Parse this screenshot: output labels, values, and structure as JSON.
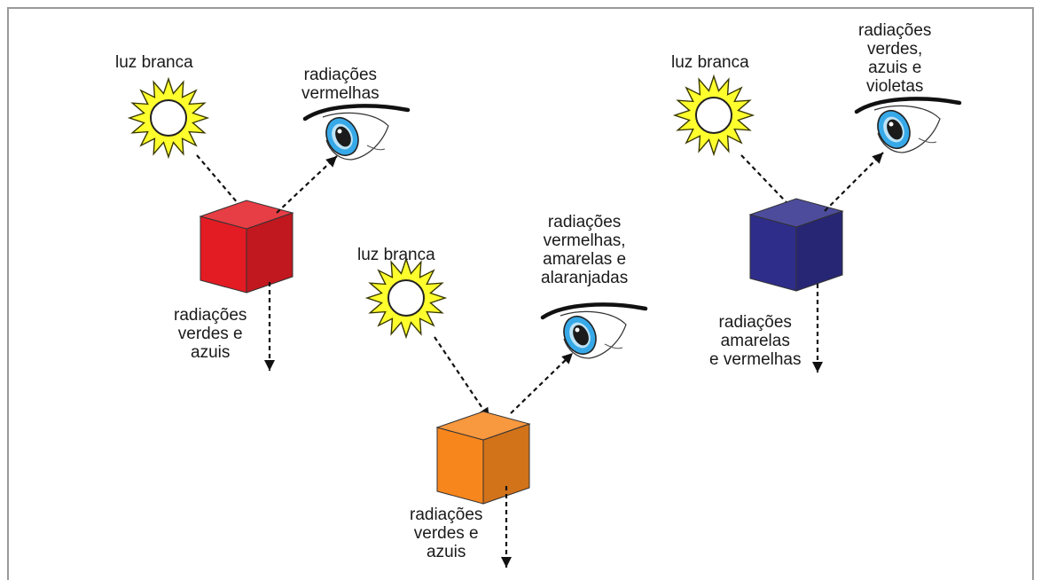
{
  "colors": {
    "frame": "#9a9a9a",
    "sun_fill": "#ffff2e",
    "sun_stroke": "#3a3a00",
    "arrow": "#111111",
    "iris": "#37a9e8",
    "pupil": "#1b1b1b"
  },
  "scenes": [
    {
      "cube_color": "#e31b23",
      "incoming_label": "luz branca",
      "reflected_label": [
        "radiações",
        "vermelhas"
      ],
      "absorbed_label": [
        "radiações",
        "verdes e",
        "azuis"
      ]
    },
    {
      "cube_color": "#f7861d",
      "incoming_label": "luz branca",
      "reflected_label": [
        "radiações",
        "vermelhas,",
        "amarelas e",
        "alaranjadas"
      ],
      "absorbed_label": [
        "radiações",
        "verdes e",
        "azuis"
      ]
    },
    {
      "cube_color": "#2e2d8a",
      "incoming_label": "luz branca",
      "reflected_label": [
        "radiações",
        "verdes,",
        "azuis e",
        "violetas"
      ],
      "absorbed_label": [
        "radiações",
        "amarelas",
        "e vermelhas"
      ]
    }
  ]
}
